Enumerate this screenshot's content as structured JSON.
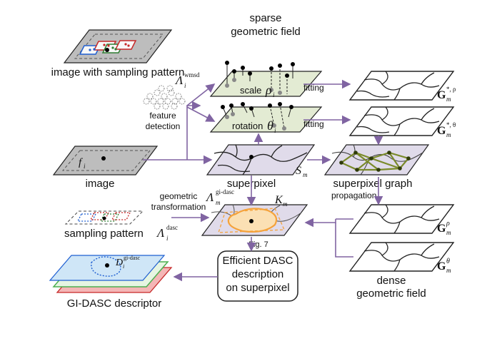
{
  "labels": {
    "sparse_line1": "sparse",
    "sparse_line2": "geometric field",
    "image_with_sampling": "image with sampling pattern",
    "feature_detection_1": "feature",
    "feature_detection_2": "detection",
    "scale": "scale",
    "rotation": "rotation",
    "fitting": "fitting",
    "image": "image",
    "superpixel": "superpixel",
    "superpixel_graph": "superpixel graph",
    "geometric_1": "geometric",
    "transformation": "transformation",
    "propagation": "propagation",
    "sampling_pattern": "sampling pattern",
    "fig_ref": "Fig. 7",
    "box_line1": "Efficient DASC",
    "box_line2": "description",
    "box_line3": "on superpixel",
    "dense_line1": "dense",
    "dense_line2": "geometric field",
    "gi_dasc": "GI-DASC descriptor"
  },
  "math": {
    "lambda": "Λ",
    "wmsd": "wmsd",
    "i": "i",
    "m": "m",
    "rho": "ρ",
    "theta": "θ",
    "f": "f",
    "S": "S",
    "K": "K",
    "G": "G",
    "star_rho": "*, ρ",
    "star_theta": "*, θ",
    "gi_dasc_sup": "gi-dasc",
    "dasc_sup": "dasc",
    "D": "D"
  },
  "colors": {
    "arrow": "#8064a2",
    "gray_plane": "#bdbdbd",
    "green_plane": "#e3ebd3",
    "lavender_plane": "#e0dbea",
    "blue_layer": "#cfe6f7",
    "green_layer": "#4caf50",
    "red_layer": "#f4b6b6",
    "orange": "#f5a23a",
    "graph_edge": "#7a8a2a"
  }
}
